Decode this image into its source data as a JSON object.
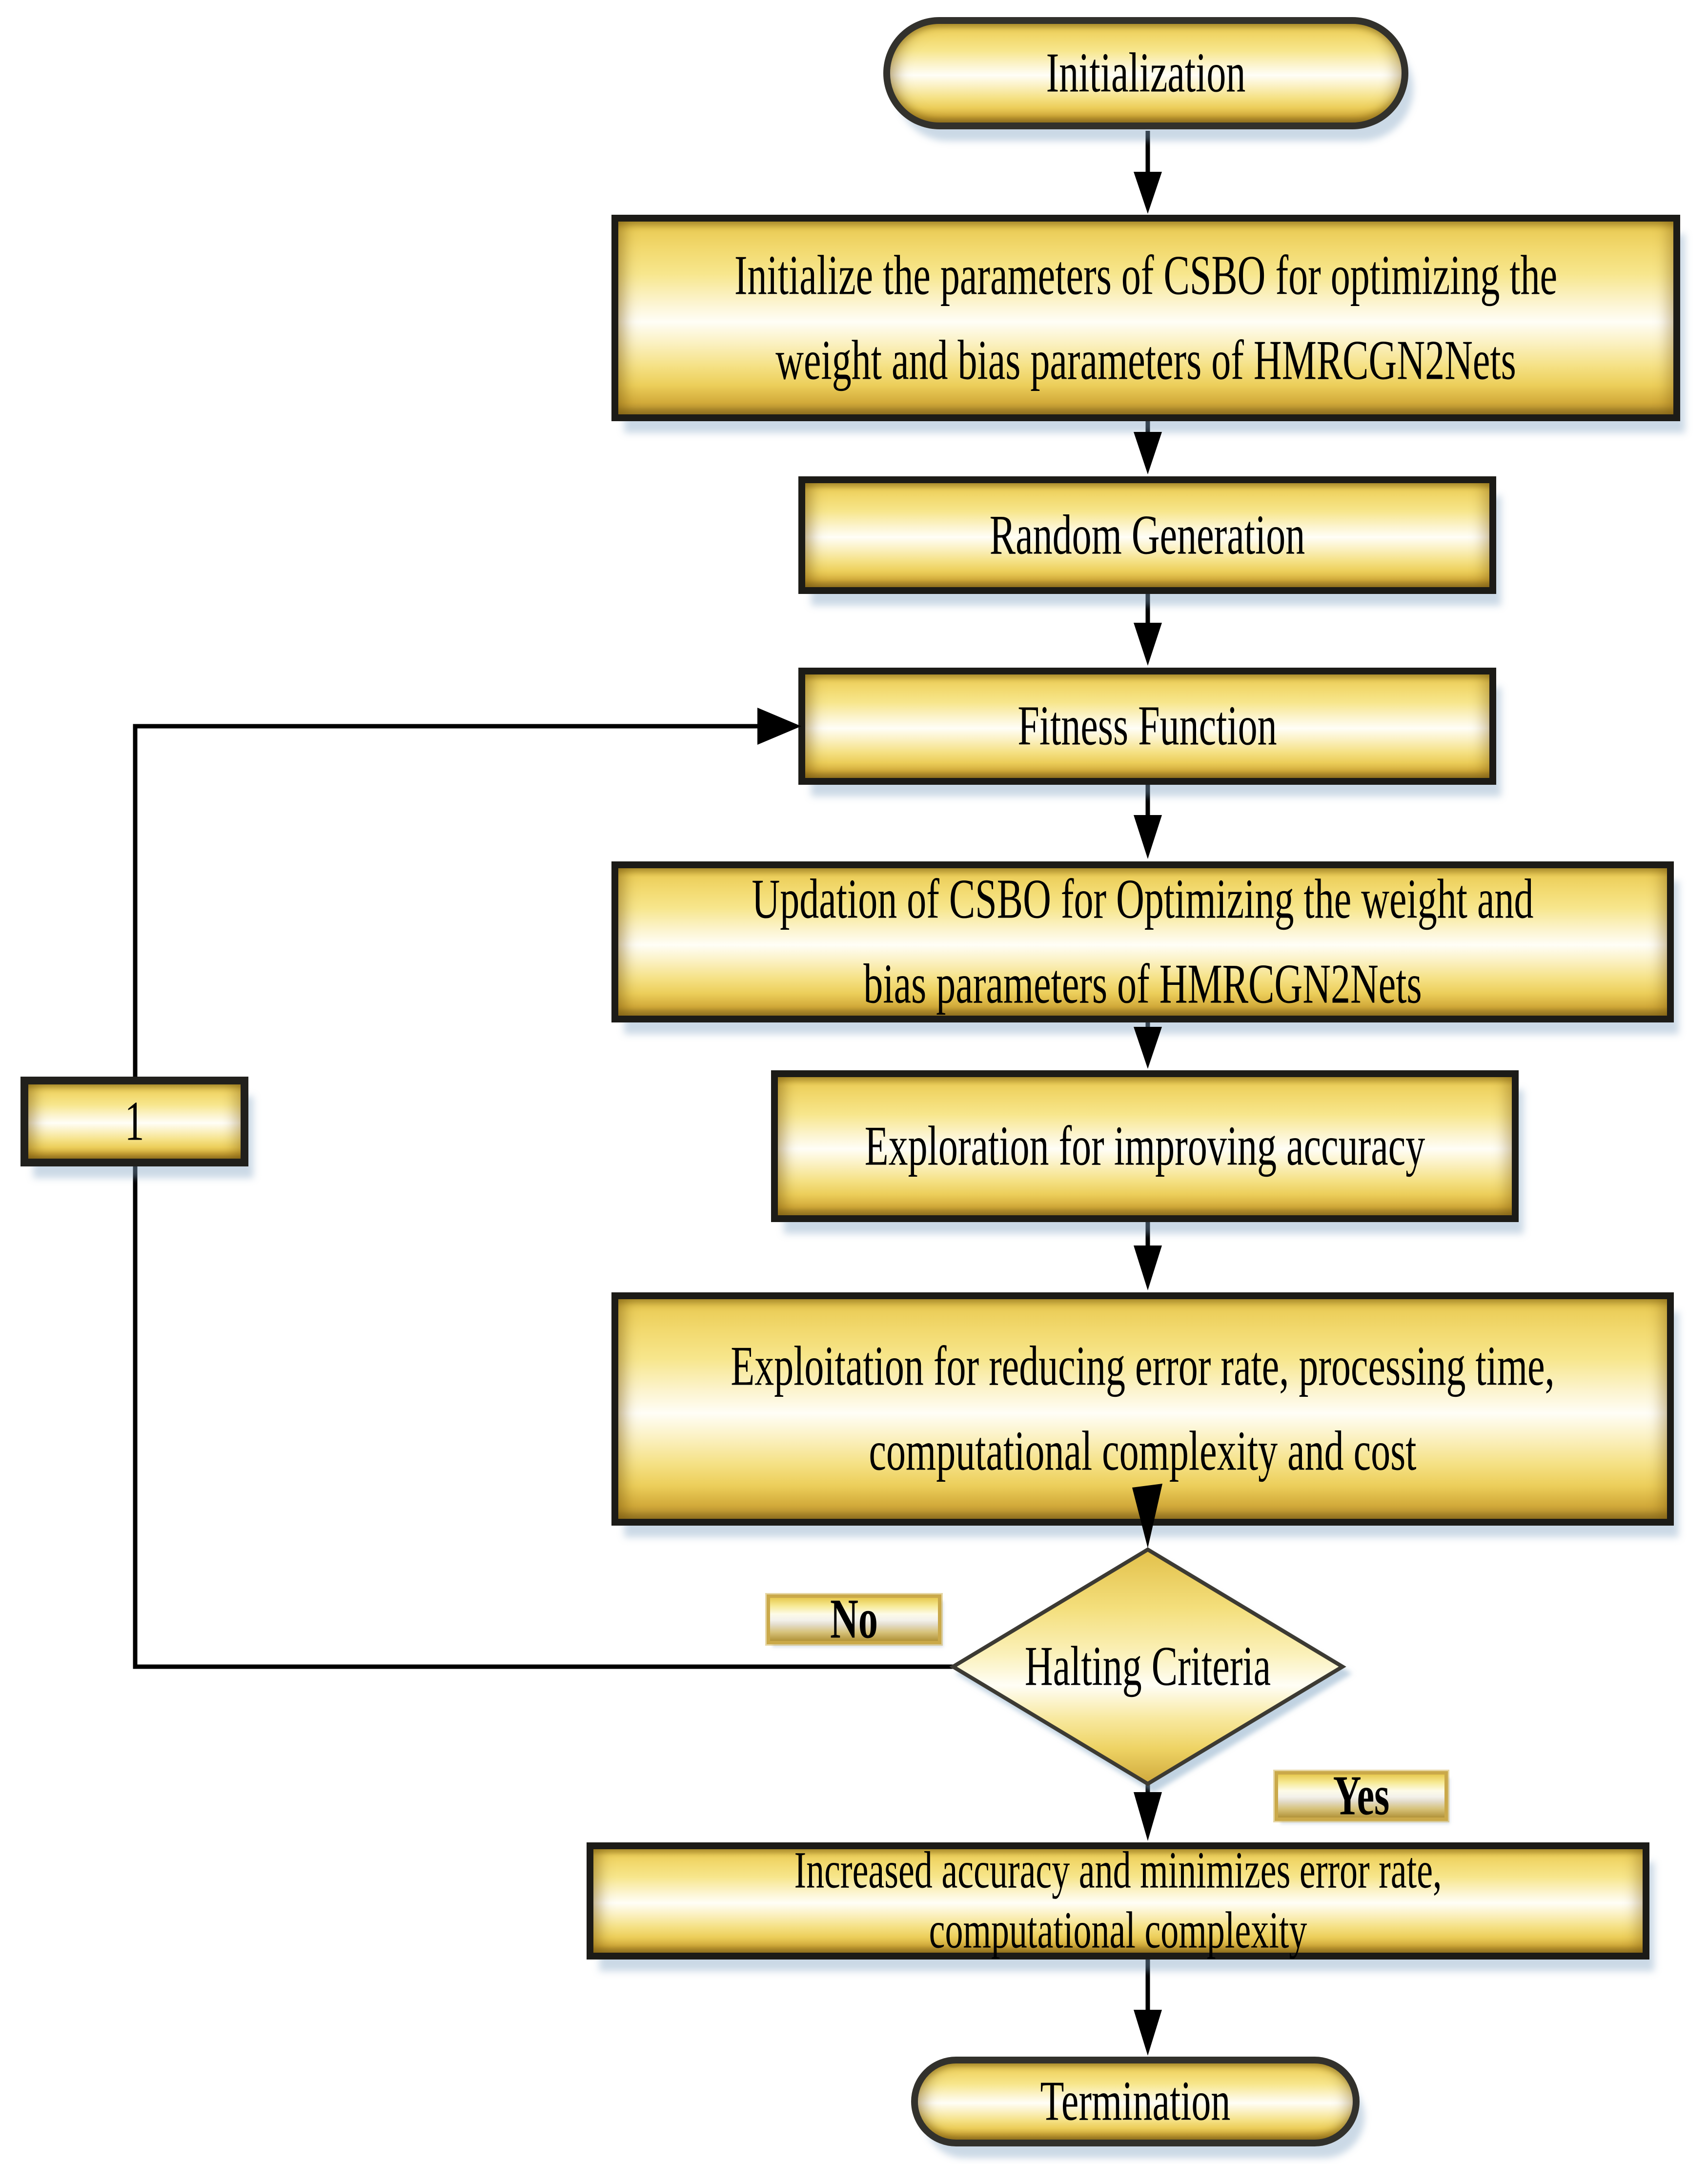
{
  "figure": {
    "type": "flowchart",
    "title": "CSBO optimization flowchart for HMRCGN2Nets",
    "nodes": {
      "init": {
        "shape": "stadium",
        "label": "Initialization"
      },
      "init_params": {
        "shape": "process",
        "lines": [
          "Initialize the parameters of CSBO for optimizing the",
          "weight and bias parameters of HMRCGN2Nets"
        ]
      },
      "random": {
        "shape": "process",
        "label": "Random Generation"
      },
      "fitness": {
        "shape": "process",
        "label": "Fitness Function"
      },
      "updation": {
        "shape": "process",
        "lines": [
          "Updation of CSBO for Optimizing the weight and",
          "bias parameters of HMRCGN2Nets"
        ]
      },
      "exploration": {
        "shape": "process",
        "label": "Exploration for improving accuracy"
      },
      "exploitation": {
        "shape": "process",
        "lines": [
          "Exploitation for reducing error rate, processing time,",
          "computational complexity and cost"
        ]
      },
      "halting": {
        "shape": "decision",
        "label": "Halting Criteria"
      },
      "increased": {
        "shape": "process",
        "lines": [
          "Increased accuracy and minimizes error rate,",
          "computational complexity"
        ]
      },
      "termination": {
        "shape": "stadium",
        "label": "Termination"
      },
      "loop_connector": {
        "shape": "connector",
        "label": "1"
      }
    },
    "edge_labels": {
      "no": "No",
      "yes": "Yes"
    },
    "edges": [
      {
        "from": "init",
        "to": "init_params"
      },
      {
        "from": "init_params",
        "to": "random"
      },
      {
        "from": "random",
        "to": "fitness"
      },
      {
        "from": "fitness",
        "to": "updation"
      },
      {
        "from": "updation",
        "to": "exploration"
      },
      {
        "from": "exploration",
        "to": "exploitation"
      },
      {
        "from": "exploitation",
        "to": "halting"
      },
      {
        "from": "halting",
        "to": "fitness",
        "label": "No",
        "via": "loop_connector"
      },
      {
        "from": "halting",
        "to": "increased",
        "label": "Yes"
      },
      {
        "from": "increased",
        "to": "termination"
      }
    ],
    "colors": {
      "shape_gold_top": "#d7b642",
      "shape_gold_light": "#f7e68c",
      "shape_highlight_band": "#fffef7",
      "shape_gold_bottom": "#a9862e",
      "process_border": "#1c1b17",
      "stadium_border": "#32312c",
      "label_border": "#caa94a",
      "arrow": "#000000",
      "shadow_halftone": "#8aa5c3",
      "background": "#ffffff",
      "text": "#000000"
    }
  }
}
